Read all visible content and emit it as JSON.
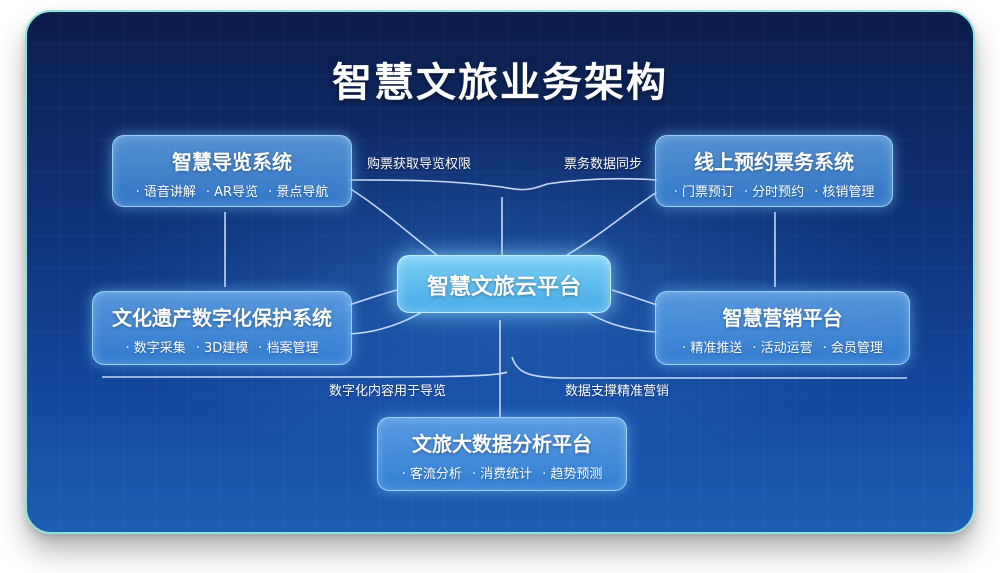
{
  "title": "智慧文旅业务架构",
  "center": {
    "label": "智慧文旅云平台"
  },
  "nodes": {
    "guide": {
      "name": "智慧导览系统",
      "features": [
        "语音讲解",
        "AR导览",
        "景点导航"
      ]
    },
    "ticket": {
      "name": "线上预约票务系统",
      "features": [
        "门票预订",
        "分时预约",
        "核销管理"
      ]
    },
    "heritage": {
      "name": "文化遗产数字化保护系统",
      "features": [
        "数字采集",
        "3D建模",
        "档案管理"
      ]
    },
    "marketing": {
      "name": "智慧营销平台",
      "features": [
        "精准推送",
        "活动运营",
        "会员管理"
      ]
    },
    "bigdata": {
      "name": "文旅大数据分析平台",
      "features": [
        "客流分析",
        "消费统计",
        "趋势预测"
      ]
    }
  },
  "edge_labels": {
    "ticket_to_guide": "购票获取导览权限",
    "ticket_sync": "票务数据同步",
    "heritage_to_guide": "数字化内容用于导览",
    "data_to_marketing": "数据支撑精准营销"
  },
  "colors": {
    "bg_top": "#0b1d4a",
    "bg_bottom": "#1d5db3",
    "border": "#8fe3d8",
    "node_fill": "#4a96e0",
    "center_fill": "#5cc0f0",
    "text": "#ffffff"
  }
}
